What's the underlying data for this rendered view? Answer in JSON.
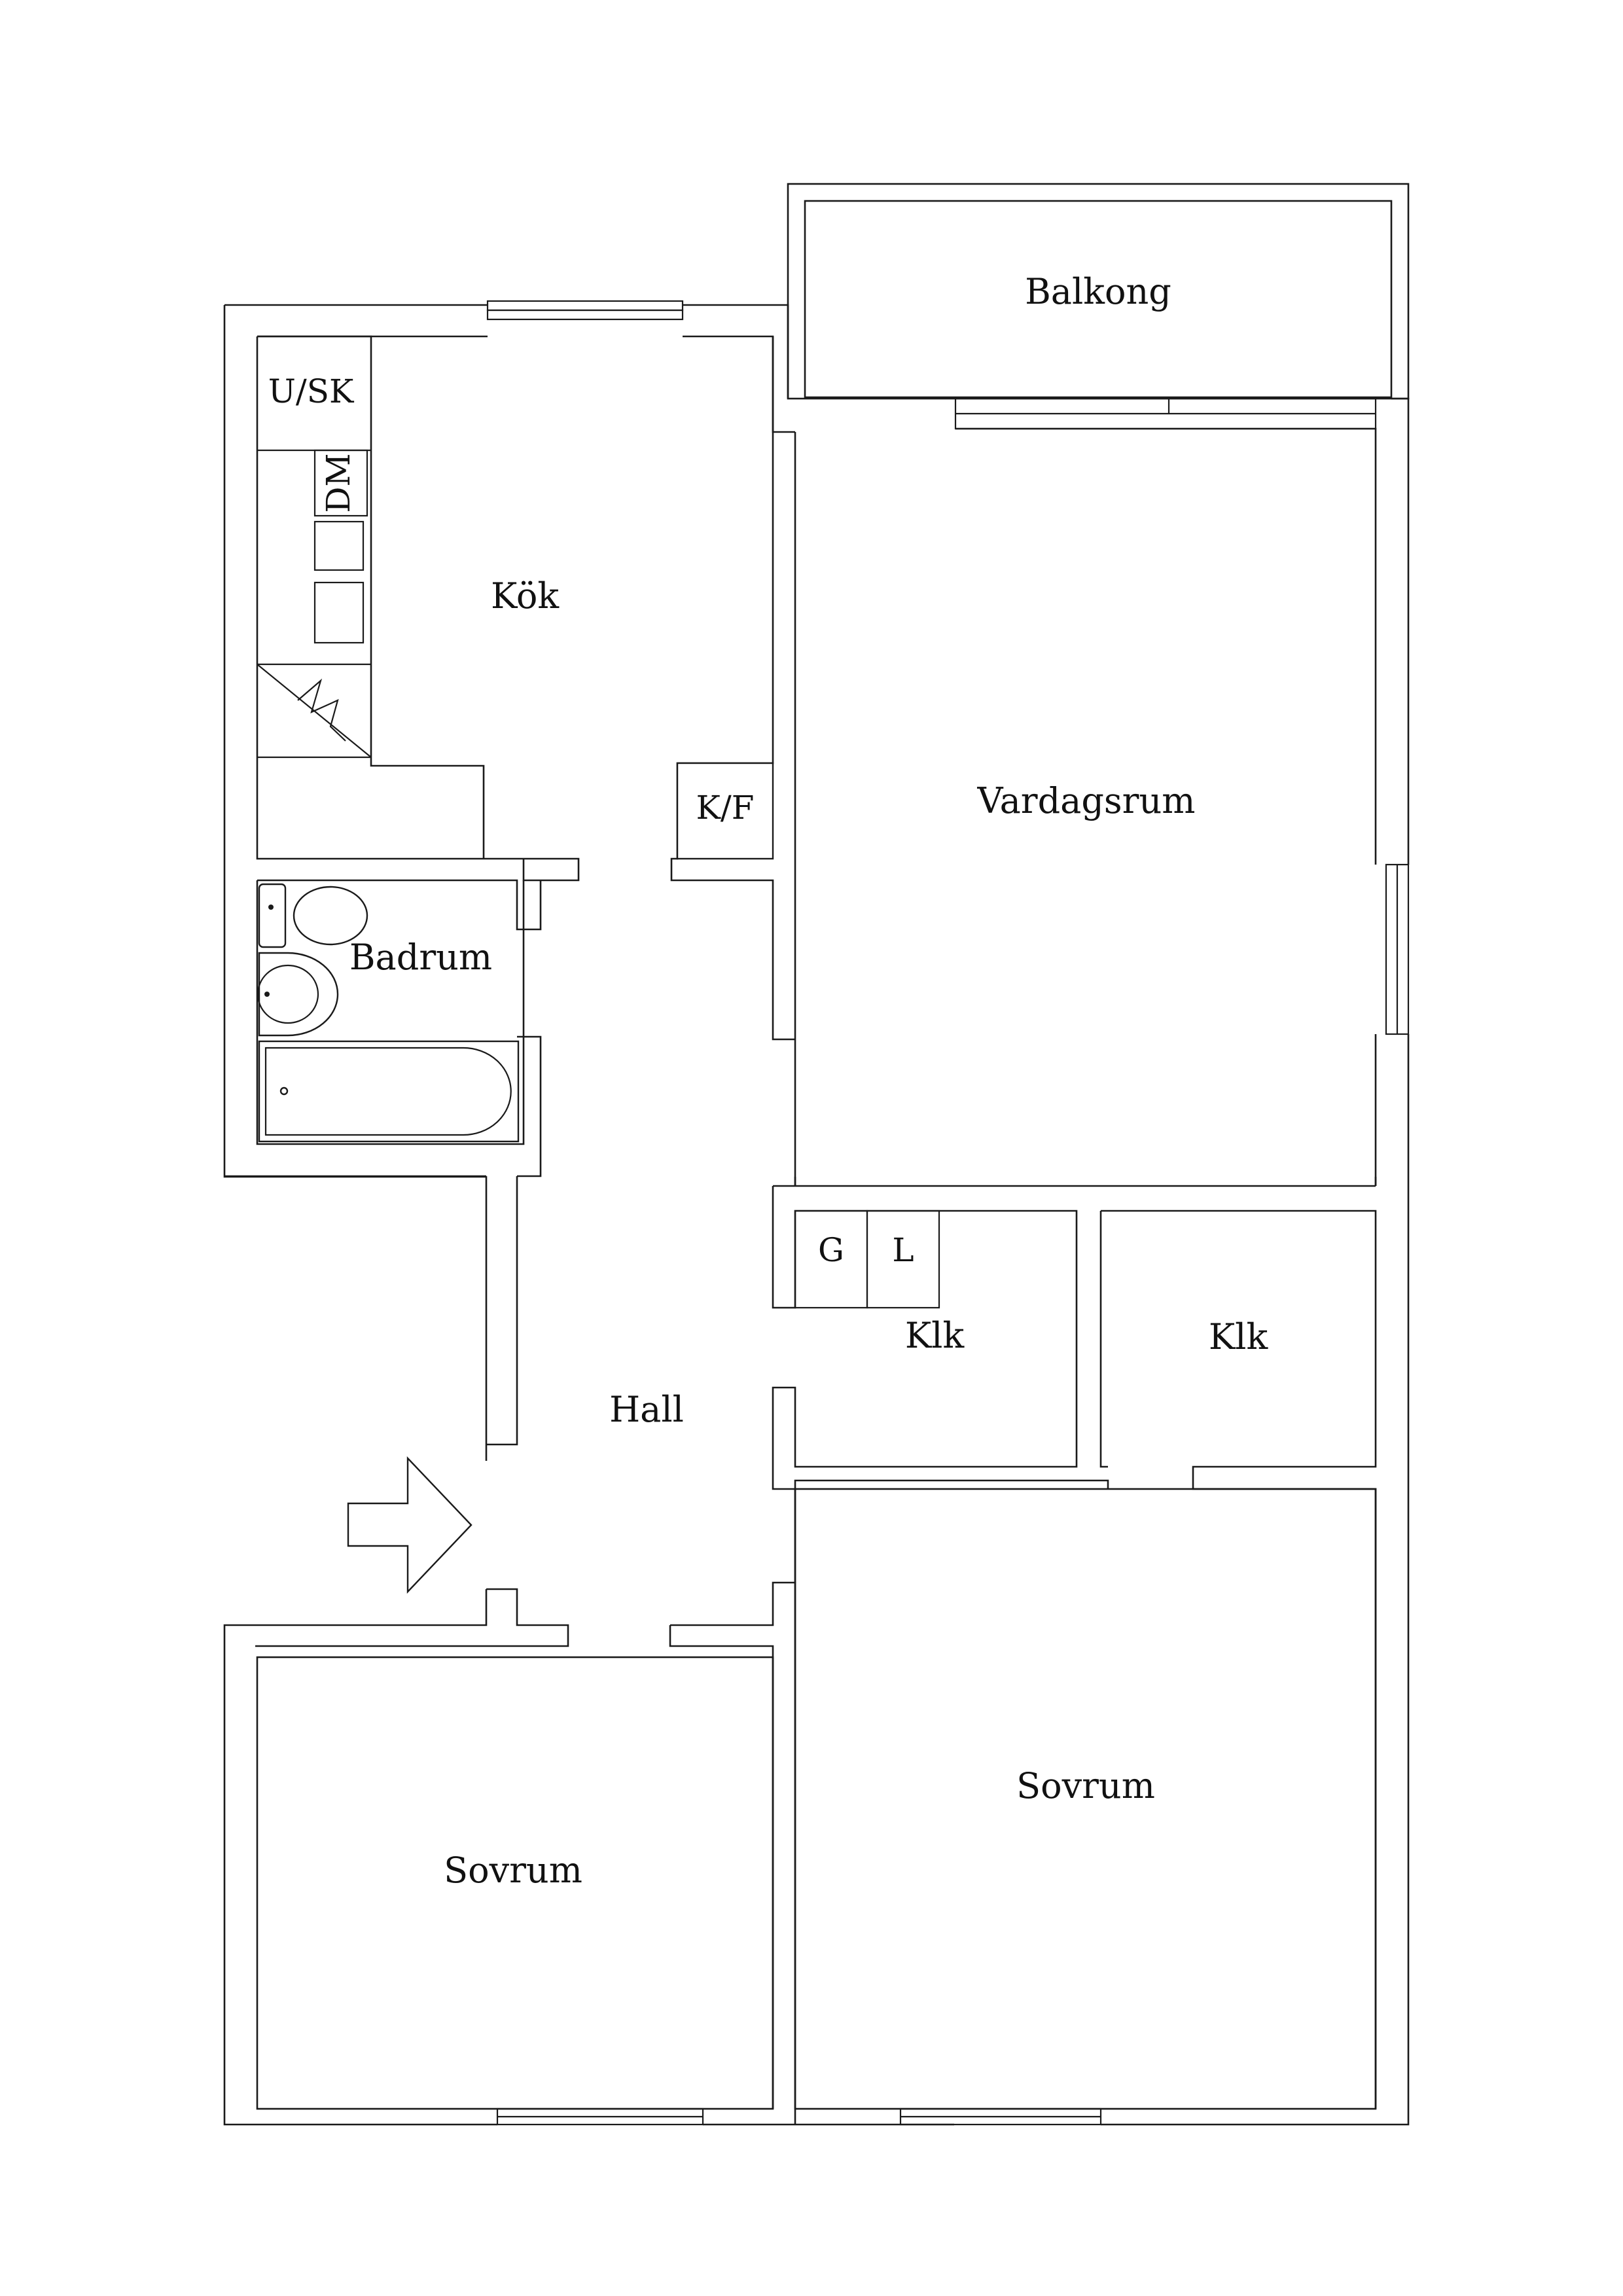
{
  "rooms": {
    "balkong": "Balkong",
    "kok": "Kök",
    "vardagsrum": "Vardagsrum",
    "badrum": "Badrum",
    "hall": "Hall",
    "klk_left": "Klk",
    "klk_right": "Klk",
    "sovrum_left": "Sovrum",
    "sovrum_right": "Sovrum"
  },
  "fixtures": {
    "usk": "U/SK",
    "dm": "DM",
    "kf": "K/F",
    "g": "G",
    "l": "L"
  },
  "colors": {
    "line": "#1a1a1a",
    "background": "#ffffff"
  }
}
